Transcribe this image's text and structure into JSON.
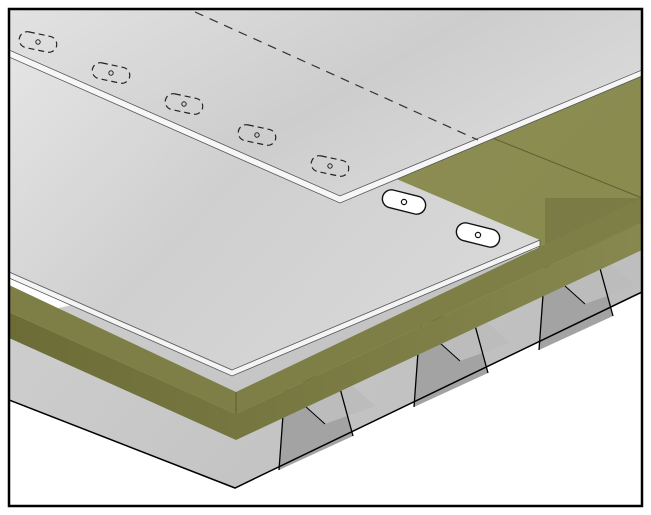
{
  "diagram": {
    "layers": [
      {
        "id": "steel-deck",
        "label": "",
        "color": "#c8c8c8"
      },
      {
        "id": "insulation-board",
        "label": "",
        "color": "#8a8a52"
      },
      {
        "id": "lower-membrane-sheet",
        "label": "",
        "color": "#d2d2d2"
      },
      {
        "id": "upper-membrane-sheet",
        "label": "",
        "color": "#d9d9d9"
      }
    ],
    "fasteners": {
      "exposed_plate_count": 2,
      "hidden_plate_count": 5
    },
    "colors": {
      "frame": "#000000",
      "insulation_top": "#7f7f45",
      "insulation_side": "#6b6b3c",
      "deck_top": "#cfcfcf",
      "deck_flute_dark": "#9a9a9a",
      "deck_flute_light": "#e0e0e0",
      "membrane_edge": "#ffffff",
      "plate_fill": "#ffffff"
    }
  }
}
